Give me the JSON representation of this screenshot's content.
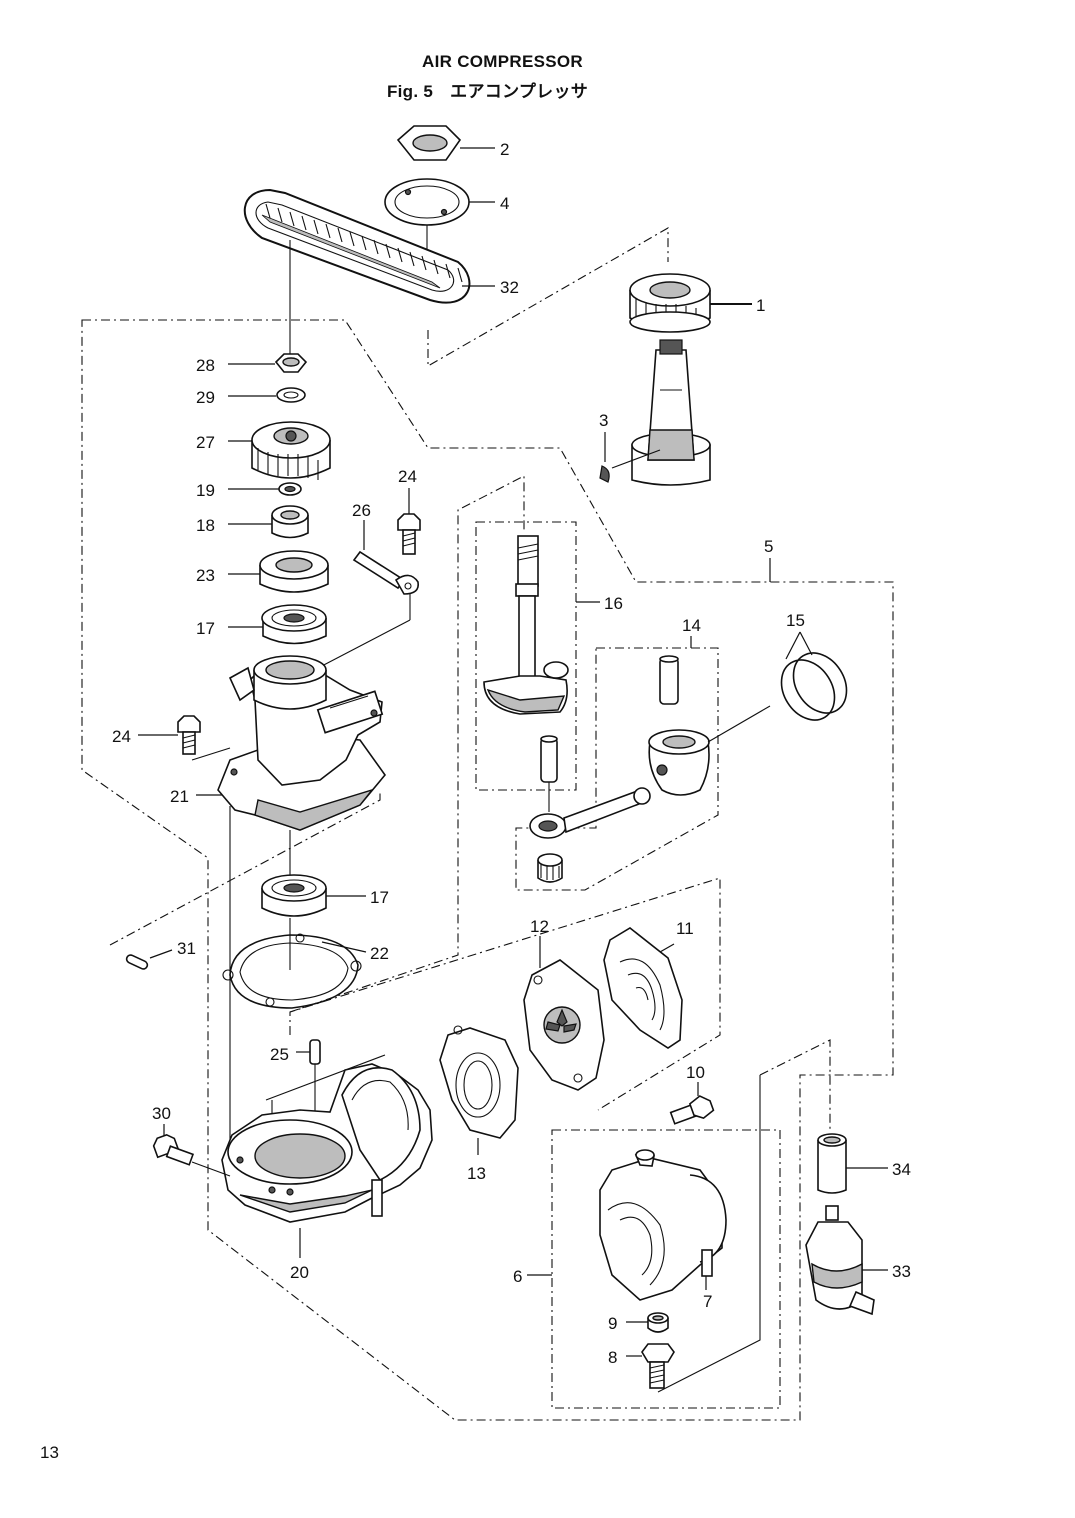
{
  "header": {
    "title": "AIR COMPRESSOR",
    "fig_label": "Fig. 5",
    "fig_title_jp": "エアコンプレッサ"
  },
  "page_number": "13",
  "labels": {
    "p1": "1",
    "p2": "2",
    "p3": "3",
    "p4": "4",
    "p5": "5",
    "p6": "6",
    "p7": "7",
    "p8": "8",
    "p9": "9",
    "p10": "10",
    "p11": "11",
    "p12": "12",
    "p13": "13",
    "p14": "14",
    "p15": "15",
    "p16": "16",
    "p17a": "17",
    "p17b": "17",
    "p18": "18",
    "p19": "19",
    "p20": "20",
    "p21": "21",
    "p22": "22",
    "p23": "23",
    "p24a": "24",
    "p24b": "24",
    "p25": "25",
    "p26": "26",
    "p27": "27",
    "p28": "28",
    "p29": "29",
    "p30": "30",
    "p31": "31",
    "p32": "32",
    "p33": "33",
    "p34": "34"
  }
}
